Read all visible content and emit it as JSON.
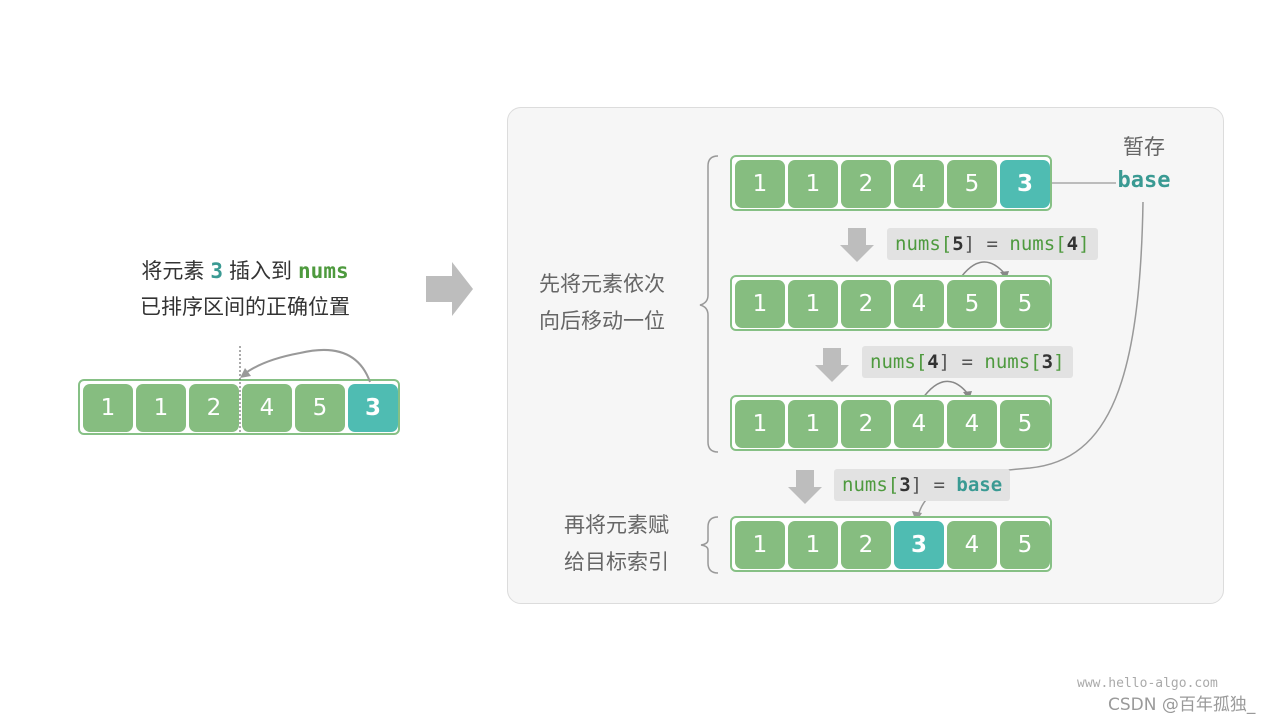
{
  "caption": {
    "line1_pre": "将元素",
    "line1_num": "3",
    "line1_mid": "插入到",
    "line1_nums": "nums",
    "line2": "已排序区间的正确位置"
  },
  "arrays": {
    "left": [
      "1",
      "1",
      "2",
      "4",
      "5",
      "3"
    ],
    "step0": [
      "1",
      "1",
      "2",
      "4",
      "5",
      "3"
    ],
    "step1": [
      "1",
      "1",
      "2",
      "4",
      "5",
      "5"
    ],
    "step2": [
      "1",
      "1",
      "2",
      "4",
      "4",
      "5"
    ],
    "step3": [
      "1",
      "1",
      "2",
      "3",
      "4",
      "5"
    ]
  },
  "labels": {
    "shift_line1": "先将元素依次",
    "shift_line2": "向后移动一位",
    "assign_line1": "再将元素赋",
    "assign_line2": "给目标索引",
    "temp": "暂存",
    "base": "base"
  },
  "equations": {
    "eq1": {
      "lhs_name": "nums[",
      "lhs_idx": "5",
      "mid": "] = ",
      "rhs_name": "nums[",
      "rhs_idx": "4",
      "end": "]"
    },
    "eq2": {
      "lhs_name": "nums[",
      "lhs_idx": "4",
      "mid": "] = ",
      "rhs_name": "nums[",
      "rhs_idx": "3",
      "end": "]"
    },
    "eq3": {
      "lhs_name": "nums[",
      "lhs_idx": "3",
      "mid": "] = ",
      "rhs_base": "base"
    }
  },
  "watermark": {
    "site": "www.hello-algo.com",
    "csdn": "CSDN @百年孤独_"
  },
  "colors": {
    "cell_green": "#86bd80",
    "cell_teal": "#4fbcb2",
    "border_green": "#86c085",
    "text_teal": "#3a9a93",
    "text_green": "#4e9a3e",
    "arrow_gray": "#bdbdbd"
  }
}
